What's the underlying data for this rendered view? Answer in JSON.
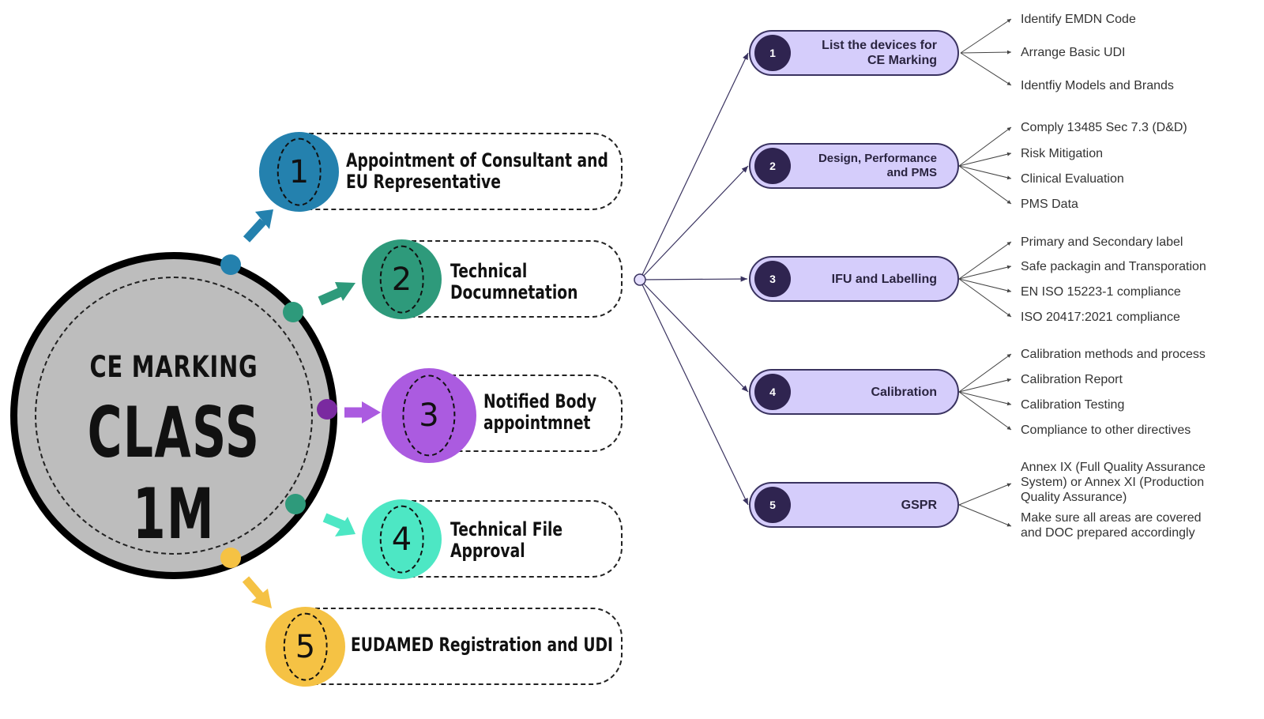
{
  "center": {
    "title": "CE MARKING",
    "subtitle": "CLASS 1M"
  },
  "steps": [
    {
      "number": "1",
      "label_line1": "Appointment of Consultant and",
      "label_line2": "EU Representative",
      "color": "#2481ae"
    },
    {
      "number": "2",
      "label_line1": "Technical",
      "label_line2": "Documnetation",
      "color": "#2e9a7b"
    },
    {
      "number": "3",
      "label_line1": "Notified Body",
      "label_line2": "appointmnet",
      "color": "#ab5be0"
    },
    {
      "number": "4",
      "label_line1": "Technical File",
      "label_line2": "Approval",
      "color": "#4de7c4"
    },
    {
      "number": "5",
      "label_line1": "EUDAMED  Registration and UDI",
      "label_line2": "",
      "color": "#f5c244"
    }
  ],
  "colors": {
    "dot_blue": "#2481ae",
    "dot_green": "#2e9a7b",
    "dot_purple": "#7a2aa0",
    "dot_teal": "#2e9a7b",
    "dot_yellow": "#f5c244",
    "pill_fill": "#d5cdfb",
    "pill_number_fill": "#2f2450"
  },
  "branches": [
    {
      "number": "1",
      "label_line1": "List the devices for",
      "label_line2": "CE Marking",
      "items": [
        "Identify EMDN Code",
        "Arrange Basic UDI",
        "Identfiy Models and Brands"
      ]
    },
    {
      "number": "2",
      "label_line1": "Design, Performance",
      "label_line2": "and PMS",
      "items": [
        "Comply 13485 Sec 7.3 (D&D)",
        "Risk Mitigation",
        "Clinical Evaluation",
        "PMS Data"
      ]
    },
    {
      "number": "3",
      "label_line1": "IFU and Labelling",
      "label_line2": "",
      "items": [
        "Primary and Secondary label",
        "Safe packagin and Transporation",
        "EN ISO 15223-1 compliance",
        "ISO 20417:2021 compliance"
      ]
    },
    {
      "number": "4",
      "label_line1": "Calibration",
      "label_line2": "",
      "items": [
        "Calibration methods and process",
        "Calibration Report",
        "Calibration Testing",
        "Compliance to other directives"
      ]
    },
    {
      "number": "5",
      "label_line1": "GSPR",
      "label_line2": "",
      "items": [
        {
          "line1": "Annex IX (Full Quality Assurance",
          "line2": "System) or Annex XI (Production",
          "line3": "Quality Assurance)"
        },
        {
          "line1": "Make sure all areas are covered",
          "line2": "and DOC prepared accordingly"
        }
      ]
    }
  ]
}
